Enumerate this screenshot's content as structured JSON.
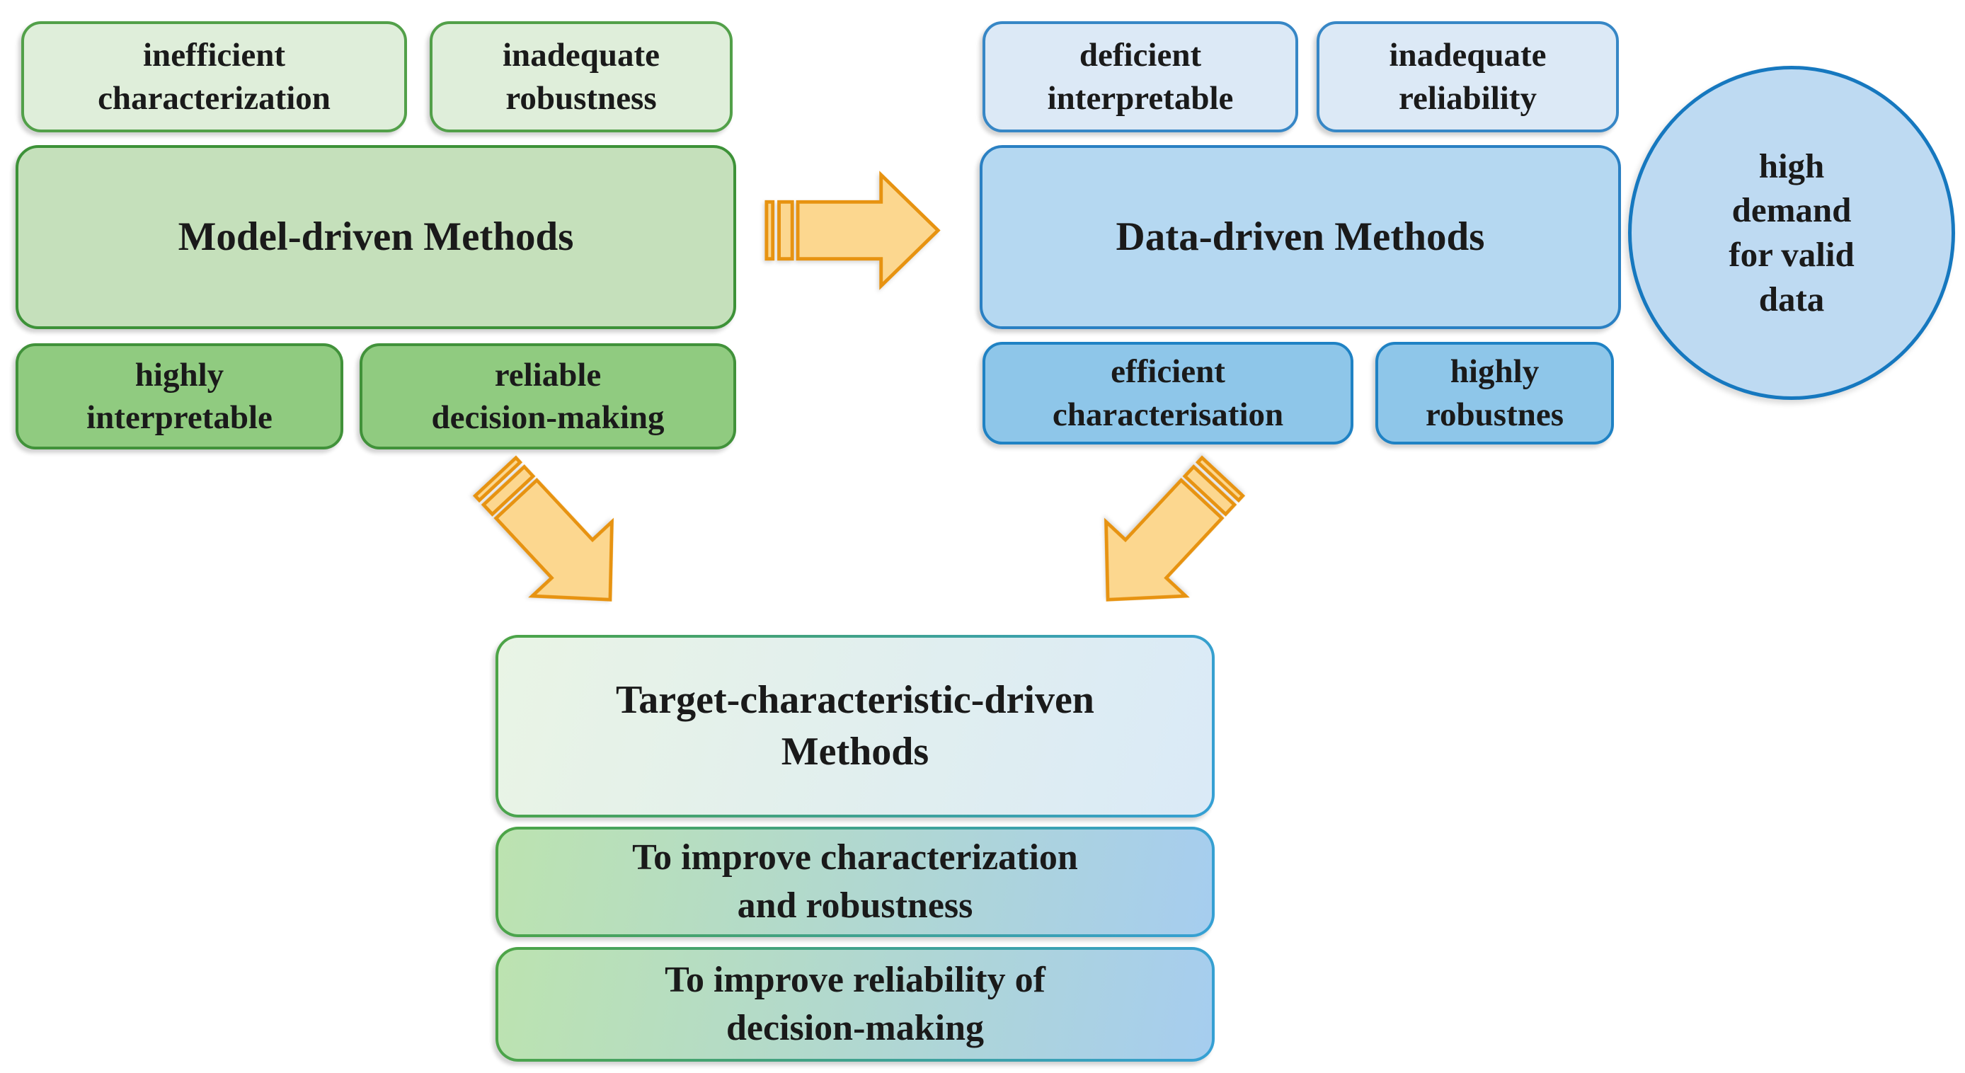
{
  "model_driven": {
    "title": "Model-driven Methods",
    "drawback_1": "inefficient\ncharacterization",
    "drawback_2": "inadequate\nrobustness",
    "advantage_1": "highly\ninterpretable",
    "advantage_2": "reliable\ndecision-making"
  },
  "data_driven": {
    "title": "Data-driven Methods",
    "drawback_1": "deficient\ninterpretable",
    "drawback_2": "inadequate\nreliability",
    "advantage_1": "efficient\ncharacterisation",
    "advantage_2": "highly\nrobustnes"
  },
  "demand_circle": {
    "label": "high\ndemand\nfor valid\ndata"
  },
  "target_driven": {
    "title": "Target-characteristic-driven\nMethods",
    "goal_1": "To improve characterization\nand robustness",
    "goal_2": "To improve reliability of\ndecision-making"
  },
  "palette": {
    "green_border": "#3D9238",
    "green_fill_light": "#DFEEDA",
    "green_fill_mid": "#C5E0BB",
    "green_fill_dark": "#90CB80",
    "blue_border": "#2A80C3",
    "blue_fill_light": "#DCE9F6",
    "blue_fill_mid": "#B5D8F1",
    "blue_fill_dark": "#8EC6E9",
    "circle_fill": "#BEDAF2",
    "circle_border": "#1678BF",
    "arrow_fill": "#FCD78F",
    "arrow_border": "#E79311",
    "text_color": "#1A1A1A"
  }
}
